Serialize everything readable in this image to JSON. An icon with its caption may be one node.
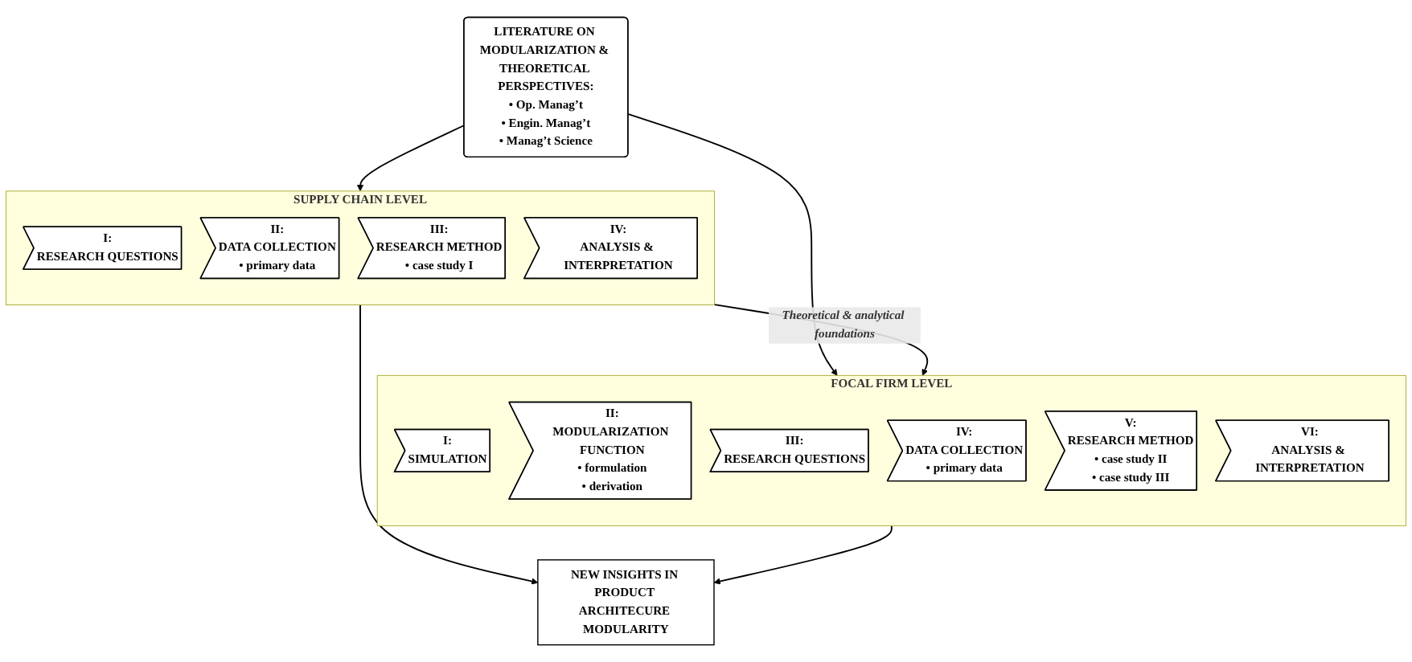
{
  "diagram": {
    "nodes": [
      {
        "text": [
          "LITERATURE ON MODULARIZATION & THEORETICAL PERSPECTIVES:",
          "• Op. Manag’t",
          "• Engin. Manag’t",
          "• Manag’t Science"
        ]
      },
      {
        "text": [
          "SUPPLY CHAIN LEVEL"
        ]
      },
      {
        "text": [
          "I:",
          "RESEARCH QUESTIONS"
        ],
        "in": 1
      },
      {
        "text": [
          "II:",
          "DATA COLLECTION",
          "• primary data"
        ],
        "in": 1
      },
      {
        "text": [
          "III:",
          "RESEARCH METHOD",
          "• case study I"
        ],
        "in": 1
      },
      {
        "text": [
          "IV:",
          "ANALYSIS & INTERPRETATION"
        ],
        "in": 1
      },
      {
        "text": [
          "FOCAL FIRM LEVEL"
        ]
      },
      {
        "text": [
          "I:",
          "SIMULATION"
        ],
        "in": 6
      },
      {
        "text": [
          "II:",
          "MODULARIZATION FUNCTION",
          "• formulation",
          "• derivation"
        ],
        "in": 6
      },
      {
        "text": [
          "III:",
          "RESEARCH QUESTIONS"
        ],
        "in": 6
      },
      {
        "text": [
          "IV:",
          "DATA COLLECTION",
          "• primary data"
        ],
        "in": 6
      },
      {
        "text": [
          "V:",
          "RESEARCH METHOD",
          "• case study II",
          "• case study III"
        ],
        "in": 6
      },
      {
        "text": [
          "VI:",
          "ANALYSIS & INTERPRETATION"
        ],
        "in": 6
      },
      {
        "text": [
          "NEW INSIGHTS IN PRODUCT ARCHITECURE MODULARITY"
        ]
      }
    ],
    "edges": [
      {
        "from": 0,
        "to": 1,
        "arrow": "to"
      },
      {
        "from": 0,
        "to": 6,
        "arrow": "to"
      },
      {
        "from": 1,
        "to": 6,
        "arrow": "to",
        "label": "Theoretical & analytical foundations"
      },
      {
        "from": 1,
        "to": 13,
        "arrow": "to"
      },
      {
        "from": 6,
        "to": 13,
        "arrow": "to"
      }
    ]
  }
}
